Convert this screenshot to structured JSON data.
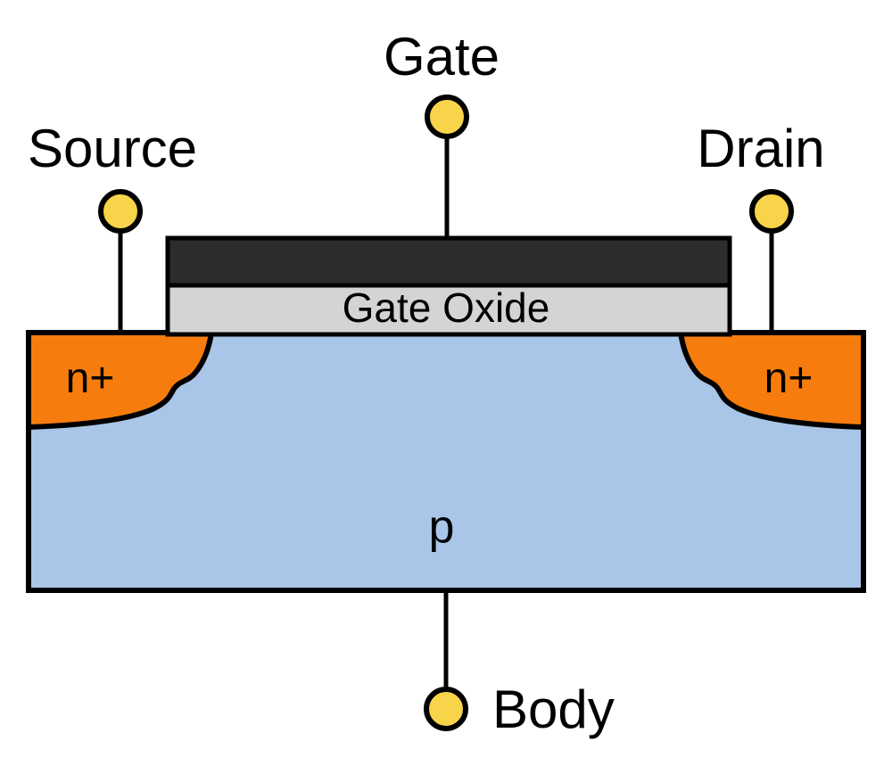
{
  "diagram": {
    "labels": {
      "gate": "Gate",
      "source": "Source",
      "drain": "Drain",
      "body": "Body",
      "gate_oxide": "Gate Oxide",
      "n_plus_left": "n+",
      "n_plus_right": "n+",
      "p_substrate": "p"
    },
    "colors": {
      "terminal_fill": "#F8D44A",
      "gate_electrode": "#2D2D2D",
      "gate_oxide": "#D4D4D4",
      "n_region": "#F67D0D",
      "p_substrate": "#A9C6E8",
      "outline": "#000000",
      "background": "#FFFFFF"
    }
  }
}
